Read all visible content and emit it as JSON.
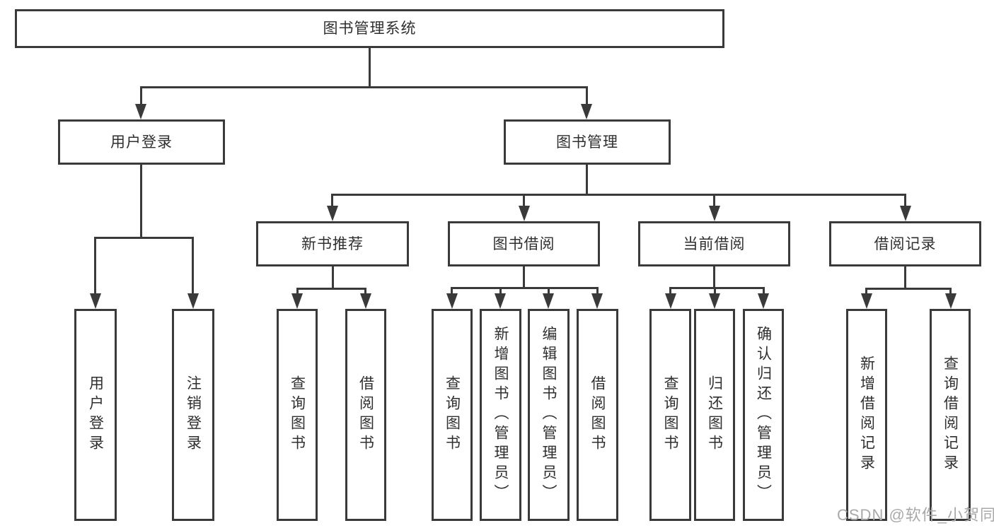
{
  "colors": {
    "line": "#3a3a3a",
    "text": "#2f2f2f",
    "box-bg": "#ffffff",
    "bg": "#ffffff",
    "watermark": "#a9a9a9"
  },
  "watermark": {
    "text": "CSDN @软件_小贺同学"
  },
  "tree": {
    "label": "图书管理系统",
    "children": [
      {
        "label": "用户登录",
        "children": [
          {
            "label": "用户登录"
          },
          {
            "label": "注销登录"
          }
        ]
      },
      {
        "label": "图书管理",
        "children": [
          {
            "label": "新书推荐",
            "children": [
              {
                "label": "查询图书"
              },
              {
                "label": "借阅图书"
              }
            ]
          },
          {
            "label": "图书借阅",
            "children": [
              {
                "label": "查询图书"
              },
              {
                "label": "新增图书（管理员）"
              },
              {
                "label": "编辑图书（管理员）"
              },
              {
                "label": "借阅图书"
              }
            ]
          },
          {
            "label": "当前借阅",
            "children": [
              {
                "label": "查询图书"
              },
              {
                "label": "归还图书"
              },
              {
                "label": "确认归还（管理员）"
              }
            ]
          },
          {
            "label": "借阅记录",
            "children": [
              {
                "label": "新增借阅记录"
              },
              {
                "label": "查询借阅记录"
              }
            ]
          }
        ]
      }
    ]
  }
}
